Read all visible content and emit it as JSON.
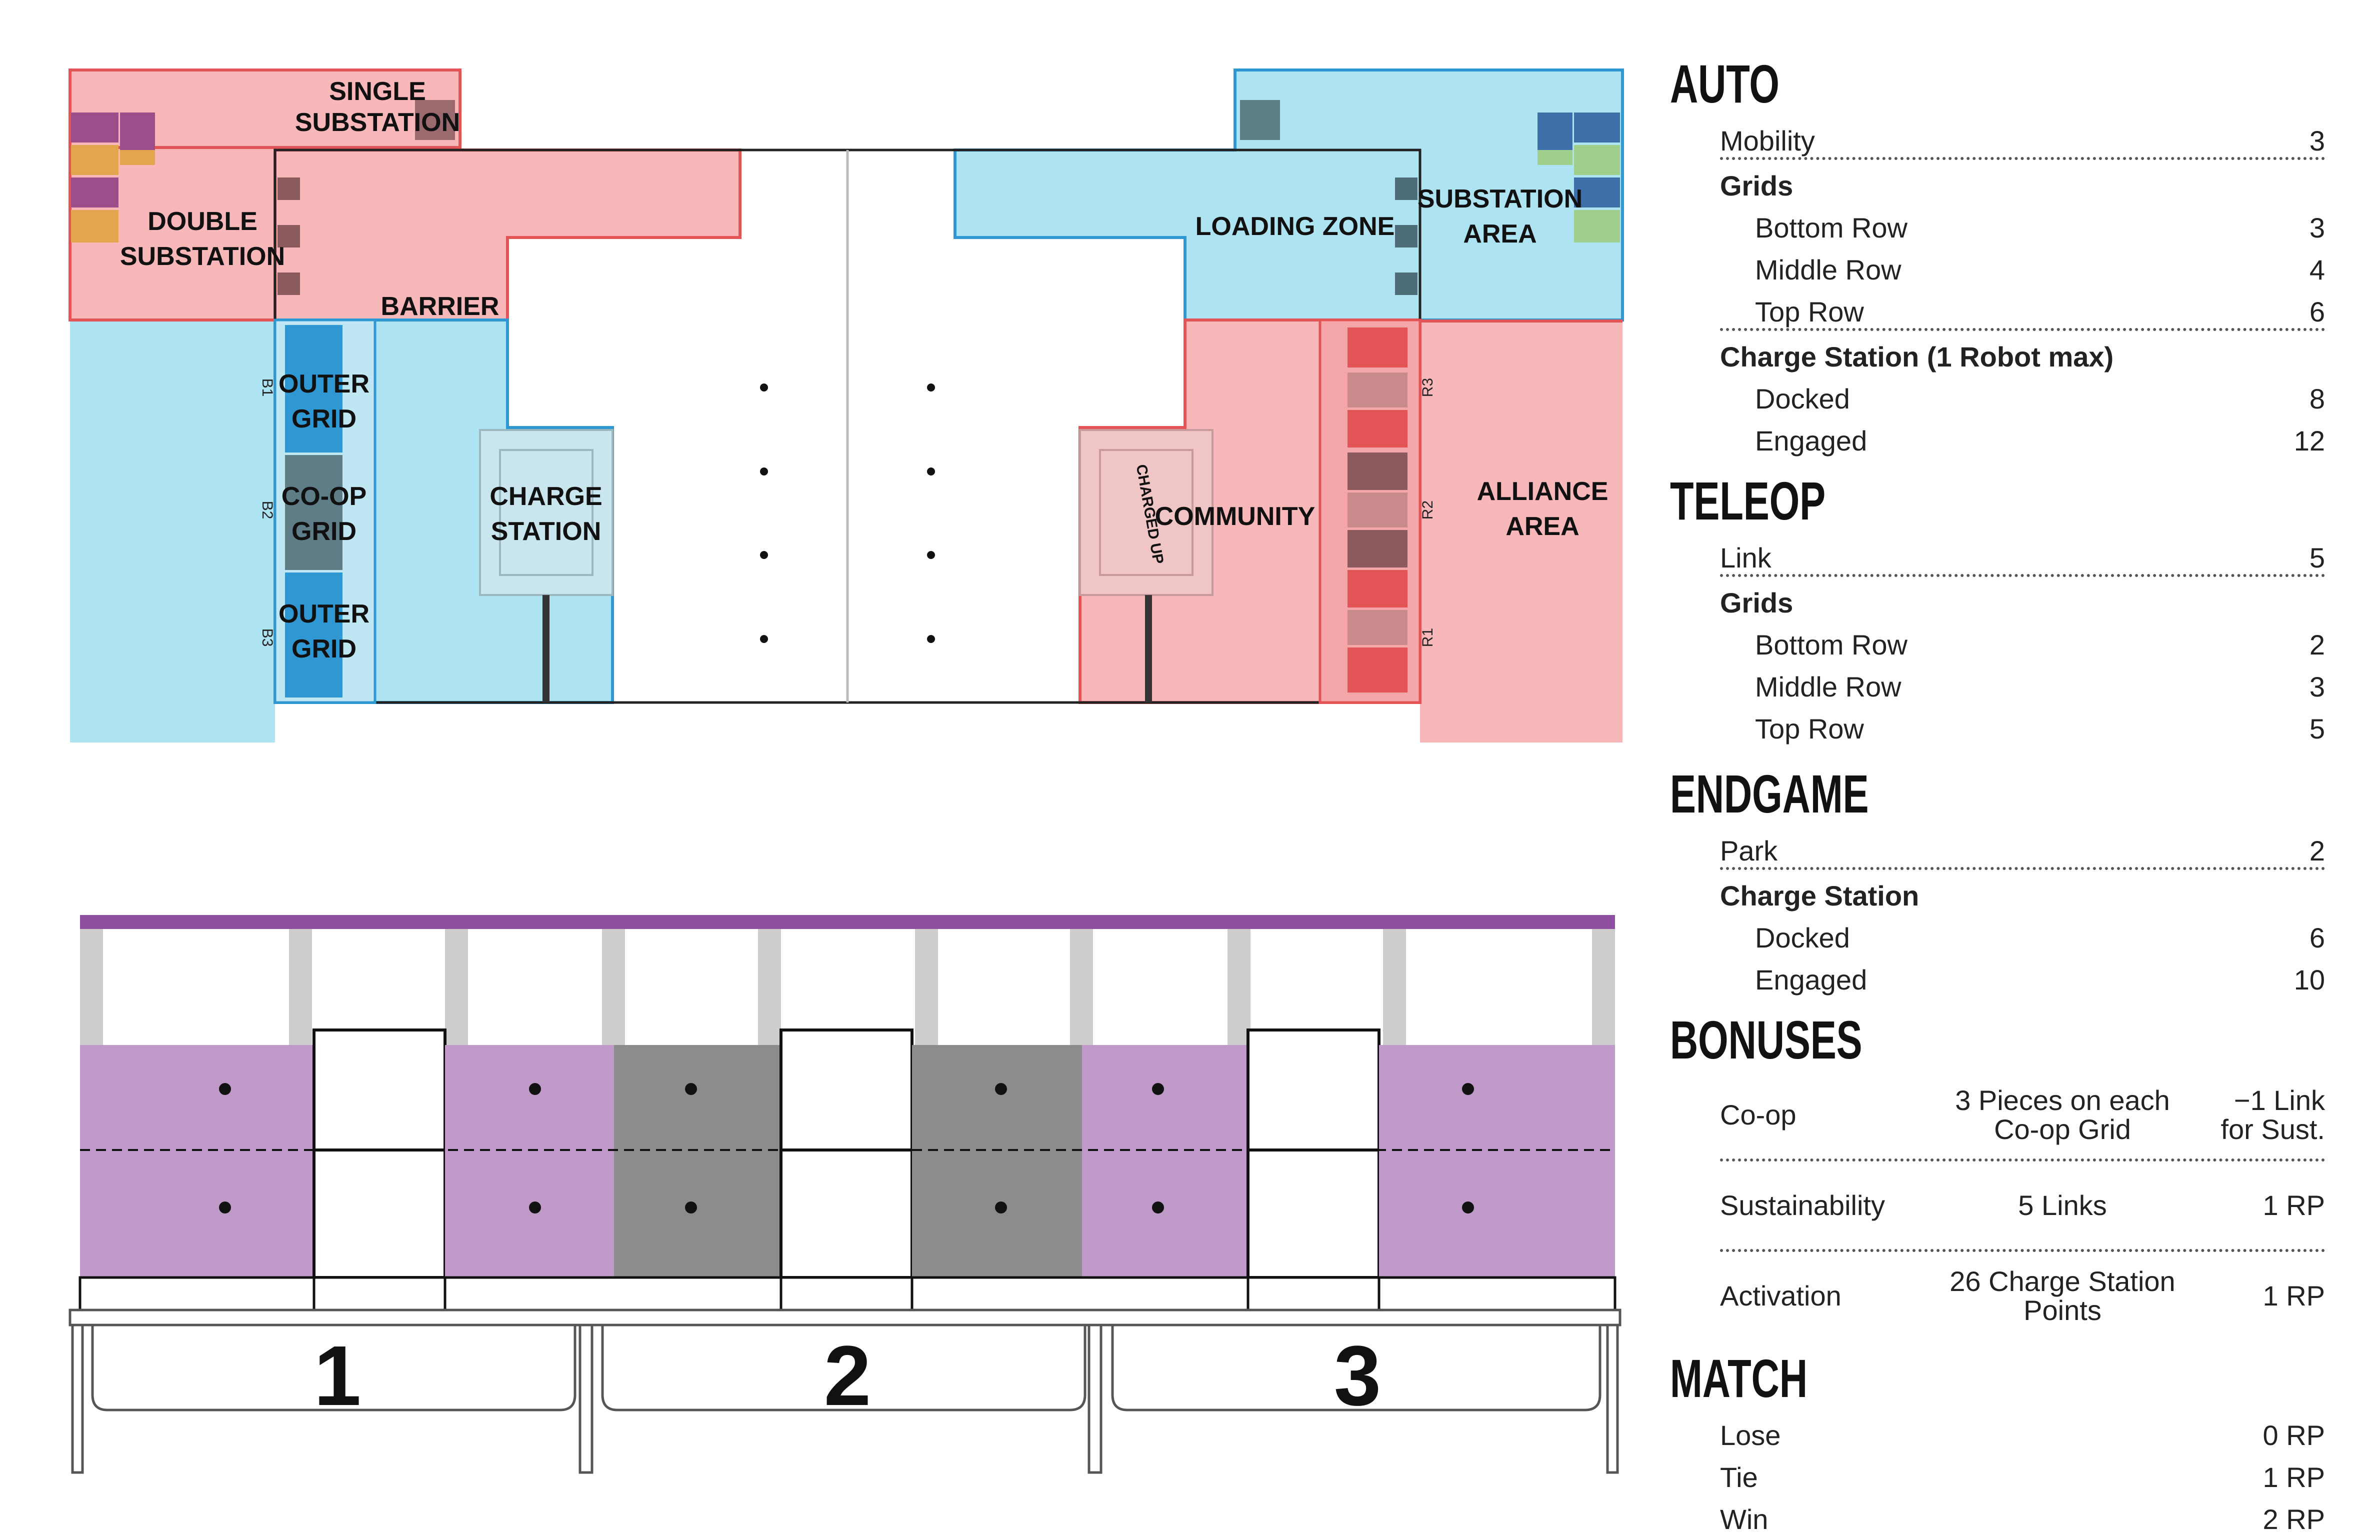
{
  "field": {
    "single_substation": [
      "SINGLE",
      "SUBSTATION"
    ],
    "double_substation": [
      "DOUBLE",
      "SUBSTATION"
    ],
    "barrier": "BARRIER",
    "loading_zone": "LOADING ZONE",
    "substation_area": [
      "SUBSTATION",
      "AREA"
    ],
    "outer_grid_top": [
      "OUTER",
      "GRID"
    ],
    "coop_grid": [
      "CO-OP",
      "GRID"
    ],
    "outer_grid_bottom": [
      "OUTER",
      "GRID"
    ],
    "charge_station": [
      "CHARGE",
      "STATION"
    ],
    "community": "COMMUNITY",
    "alliance_area": [
      "ALLIANCE",
      "AREA"
    ],
    "charged_up_logo": "CHARGED UP",
    "blue_node_labels": [
      "B1",
      "B2",
      "B3"
    ],
    "red_node_labels": [
      "R3",
      "R2",
      "R1"
    ],
    "colors": {
      "red": "#f8b7b9",
      "red_line": "#e25456",
      "blue": "#aee3f1",
      "blue_line": "#2f97d2",
      "purple": "#bf9ac8",
      "purple_dark": "#8e4fa0",
      "gray": "#8c8c8c"
    }
  },
  "grid": {
    "group_labels": [
      "1",
      "2",
      "3"
    ]
  },
  "scoring": {
    "auto": {
      "title": "AUTO",
      "mobility": {
        "label": "Mobility",
        "value": "3"
      },
      "grids": {
        "label": "Grids",
        "rows": [
          {
            "label": "Bottom Row",
            "value": "3"
          },
          {
            "label": "Middle Row",
            "value": "4"
          },
          {
            "label": "Top Row",
            "value": "6"
          }
        ]
      },
      "charge": {
        "label": "Charge Station (1 Robot max)",
        "rows": [
          {
            "label": "Docked",
            "value": "8"
          },
          {
            "label": "Engaged",
            "value": "12"
          }
        ]
      }
    },
    "teleop": {
      "title": "TELEOP",
      "link": {
        "label": "Link",
        "value": "5"
      },
      "grids": {
        "label": "Grids",
        "rows": [
          {
            "label": "Bottom Row",
            "value": "2"
          },
          {
            "label": "Middle Row",
            "value": "3"
          },
          {
            "label": "Top Row",
            "value": "5"
          }
        ]
      }
    },
    "endgame": {
      "title": "ENDGAME",
      "park": {
        "label": "Park",
        "value": "2"
      },
      "charge": {
        "label": "Charge Station",
        "rows": [
          {
            "label": "Docked",
            "value": "6"
          },
          {
            "label": "Engaged",
            "value": "10"
          }
        ]
      }
    },
    "bonuses": {
      "title": "BONUSES",
      "coop": {
        "label": "Co-op",
        "desc1": "3 Pieces on each",
        "desc2": "Co-op Grid",
        "val1": "−1 Link",
        "val2": "for Sust."
      },
      "sustainability": {
        "label": "Sustainability",
        "desc": "5 Links",
        "value": "1 RP"
      },
      "activation": {
        "label": "Activation",
        "desc1": "26 Charge Station",
        "desc2": "Points",
        "value": "1 RP"
      }
    },
    "match": {
      "title": "MATCH",
      "rows": [
        {
          "label": "Lose",
          "value": "0 RP"
        },
        {
          "label": "Tie",
          "value": "1 RP"
        },
        {
          "label": "Win",
          "value": "2 RP"
        }
      ]
    }
  }
}
